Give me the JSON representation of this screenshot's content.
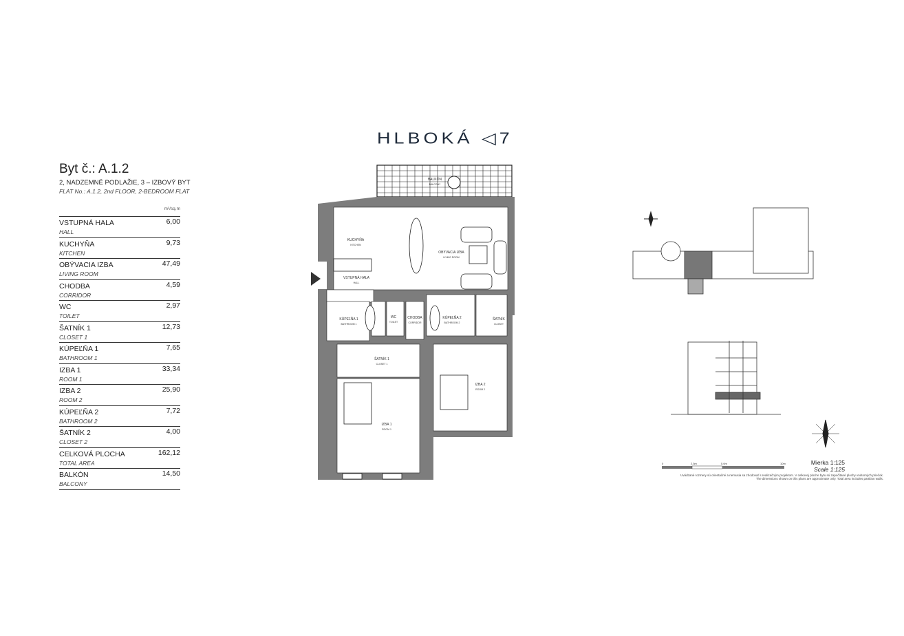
{
  "logo": "HLBOKÁ ◁7",
  "flat": {
    "title": "Byt č.: A.1.2",
    "subtitle": "2, NADZEMNÉ PODLAŽIE, 3 – IZBOVÝ BYT",
    "subtitle_en": "FLAT No.: A.1.2, 2nd  FLOOR, 2-BEDROOM FLAT",
    "unit": "m²/sq.m"
  },
  "rooms": [
    {
      "sk": "VSTUPNÁ HALA",
      "en": "HALL",
      "area": "6,00"
    },
    {
      "sk": "KUCHYŇA",
      "en": "KITCHEN",
      "area": "9,73"
    },
    {
      "sk": "OBÝVACIA IZBA",
      "en": "LIVING ROOM",
      "area": "47,49"
    },
    {
      "sk": "CHODBA",
      "en": "CORRIDOR",
      "area": "4,59"
    },
    {
      "sk": "WC",
      "en": "TOILET",
      "area": "2,97"
    },
    {
      "sk": "ŠATNÍK 1",
      "en": "CLOSET 1",
      "area": "12,73"
    },
    {
      "sk": "KÚPEĽŇA 1",
      "en": "BATHROOM 1",
      "area": "7,65"
    },
    {
      "sk": "IZBA 1",
      "en": "ROOM 1",
      "area": "33,34"
    },
    {
      "sk": "IZBA 2",
      "en": "ROOM 2",
      "area": "25,90"
    },
    {
      "sk": "KÚPEĽŇA 2",
      "en": "BATHROOM 2",
      "area": "7,72"
    },
    {
      "sk": "ŠATNÍK 2",
      "en": "CLOSET 2",
      "area": "4,00"
    },
    {
      "sk": "CELKOVÁ PLOCHA",
      "en": "TOTAL AREA",
      "area": "162,12"
    },
    {
      "sk": "BALKÓN",
      "en": "BALCONY",
      "area": "14,50"
    }
  ],
  "plan_labels": {
    "balcony": [
      "BALKÓN",
      "BALCONY"
    ],
    "kitchen": [
      "KUCHYŇA",
      "KITCHEN"
    ],
    "living": [
      "OBÝVACIA IZBA",
      "LIVING ROOM"
    ],
    "hall": [
      "VSTUPNÁ HALA",
      "HALL"
    ],
    "bath1": [
      "KÚPEĽŇA 1",
      "BATHROOM 1"
    ],
    "wc": [
      "WC",
      "TOILET"
    ],
    "corridor": [
      "CHODBA",
      "CORRIDOR"
    ],
    "bath2": [
      "KÚPEĽŇA 2",
      "BATHROOM 2"
    ],
    "closet2": [
      "ŠATNÍK",
      "CLOSET"
    ],
    "closet1": [
      "ŠATNÍK 1",
      "CLOSET 1"
    ],
    "room2": [
      "IZBA 2",
      "ROOM 2"
    ],
    "room1": [
      "IZBA 1",
      "ROOM 1"
    ]
  },
  "scale": {
    "ticks": [
      "0",
      "2.5m",
      "5.0m",
      "10m"
    ],
    "label": "Mierka 1:125",
    "label_en": "Scale 1:125",
    "note": "Uvádzané rozmery sú orientačné a nemusia sa zhodovať s realizačným projektom. V celkovej ploche bytu sú započítané plochy vnútorných priečok.",
    "note_en": "The dimensions shown on this plans are approximate only. Total area includes partition walls."
  },
  "colors": {
    "wall": "#7d7d7d",
    "highlight": "#6a6a6a",
    "text": "#222222"
  }
}
